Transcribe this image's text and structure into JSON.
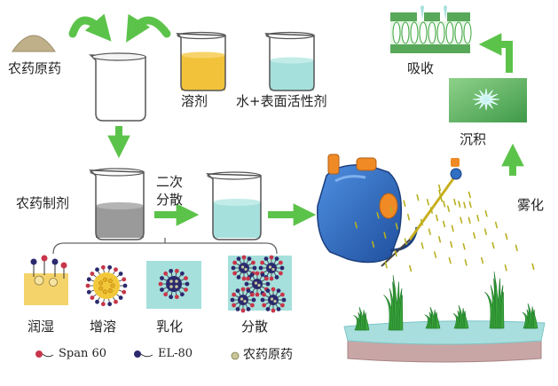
{
  "labels": {
    "raw_pesticide": "农药原药",
    "solvent": "溶剂",
    "water_surfactant": "水+表面活性剂",
    "formulation": "农药制剂",
    "second_dispersion_line1": "二次",
    "second_dispersion_line2": "分散",
    "absorption": "吸收",
    "deposition": "沉积",
    "atomization": "雾化",
    "wetting": "润湿",
    "solubilization": "增溶",
    "emulsification": "乳化",
    "dispersion": "分散"
  },
  "legend": {
    "span60": "Span 60",
    "el80": "EL-80",
    "raw": "农药原药"
  },
  "colors": {
    "arrow_green": "#5cc34a",
    "solvent_yellow": "#f2c23a",
    "water_cyan": "#a6e0dc",
    "formulation_gray": "#9a9a9a",
    "sprayer_blue": "#2f6fc4",
    "sprayer_orange": "#f08a24",
    "soil": "#c9a6a6",
    "water_surface": "#a9dede",
    "grass": "#3aa43a",
    "leaf_green": "#58a85a",
    "wetting_yellow": "#f5d36b",
    "particle_purple": "#2b2a6e",
    "particle_red": "#c8364a",
    "particle_yellow": "#f2c83a",
    "panel_cyan": "#a6e0dc"
  }
}
